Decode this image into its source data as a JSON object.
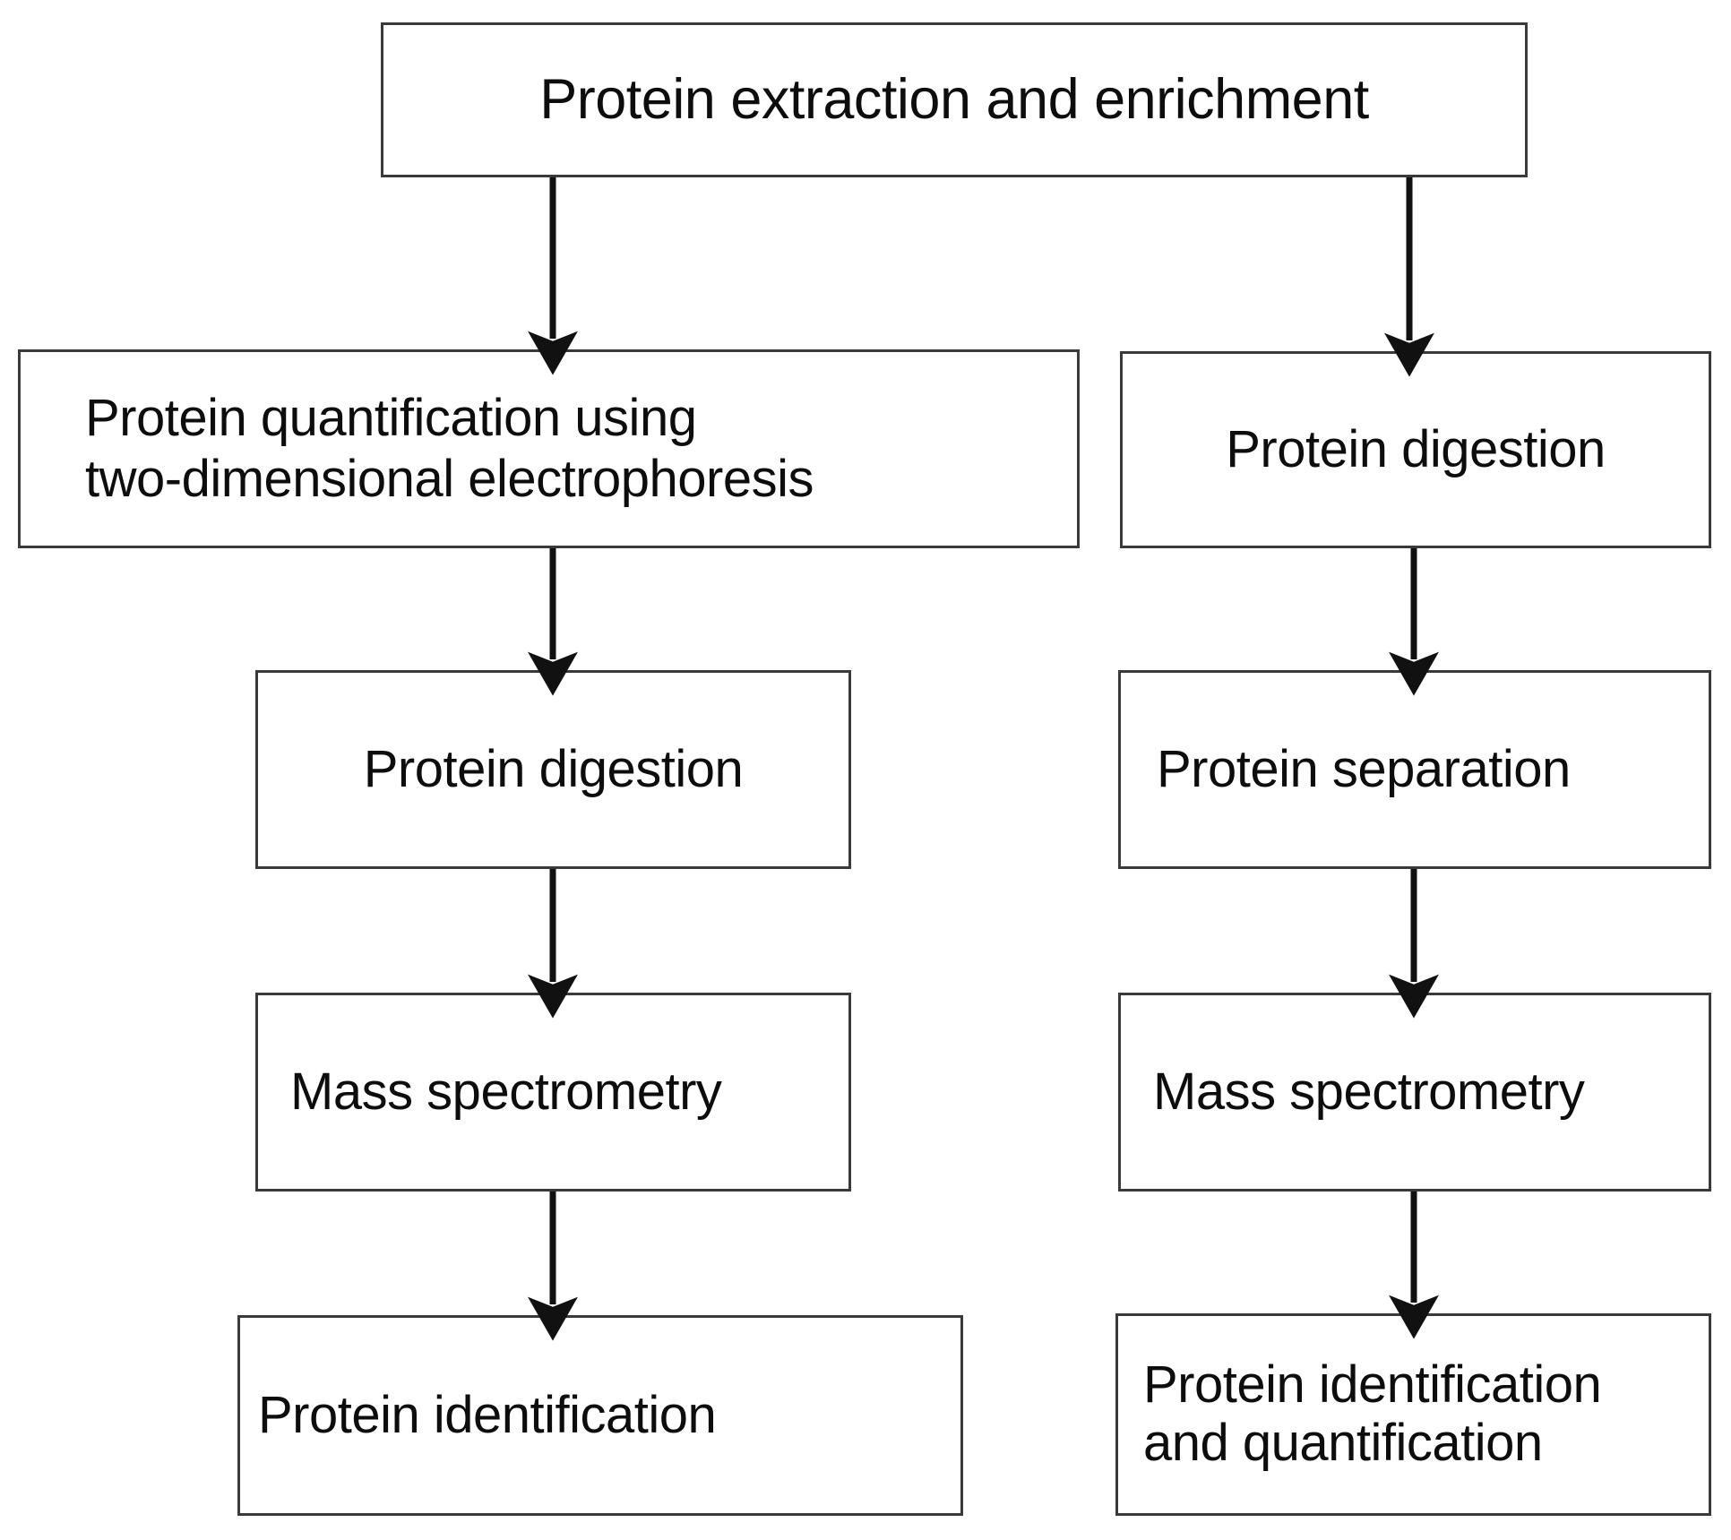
{
  "diagram": {
    "title": "Proteomics workflow flowchart",
    "style": {
      "background": "#ffffff",
      "box_border_color": "#3a3a3a",
      "text_color": "#0d0d0d",
      "arrow_color": "#111111"
    },
    "nodes": [
      {
        "id": "extraction",
        "label": "Protein extraction and enrichment"
      },
      {
        "id": "quant_2de",
        "label": "Protein quantification using\ntwo-dimensional electrophoresis"
      },
      {
        "id": "digestion_right",
        "label": "Protein digestion"
      },
      {
        "id": "digestion_left",
        "label": "Protein digestion"
      },
      {
        "id": "separation",
        "label": "Protein separation"
      },
      {
        "id": "ms_left",
        "label": "Mass  spectrometry"
      },
      {
        "id": "ms_right",
        "label": "Mass  spectrometry"
      },
      {
        "id": "identification",
        "label": "Protein identification"
      },
      {
        "id": "ident_quant",
        "label": "Protein identification\nand quantification"
      }
    ],
    "edges": [
      {
        "id": "e1",
        "from": "extraction",
        "to": "quant_2de",
        "arrowhead": "filled-triangle"
      },
      {
        "id": "e2",
        "from": "extraction",
        "to": "digestion_right",
        "arrowhead": "filled-triangle"
      },
      {
        "id": "e3",
        "from": "quant_2de",
        "to": "digestion_left",
        "arrowhead": "filled-triangle"
      },
      {
        "id": "e4",
        "from": "digestion_right",
        "to": "separation",
        "arrowhead": "filled-triangle"
      },
      {
        "id": "e5",
        "from": "digestion_left",
        "to": "ms_left",
        "arrowhead": "filled-triangle"
      },
      {
        "id": "e6",
        "from": "separation",
        "to": "ms_right",
        "arrowhead": "filled-triangle"
      },
      {
        "id": "e7",
        "from": "ms_left",
        "to": "identification",
        "arrowhead": "filled-triangle"
      },
      {
        "id": "e8",
        "from": "ms_right",
        "to": "ident_quant",
        "arrowhead": "filled-triangle"
      }
    ]
  }
}
